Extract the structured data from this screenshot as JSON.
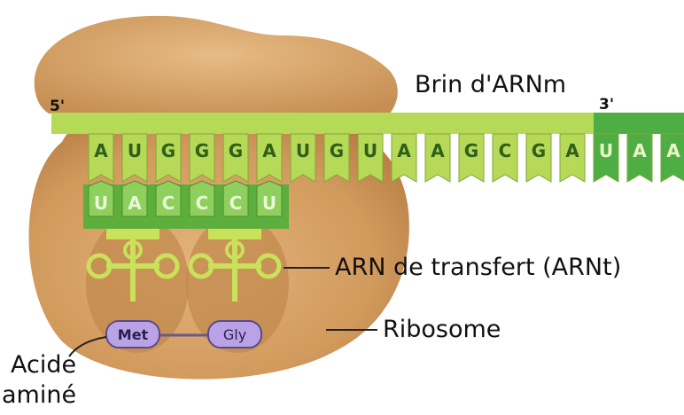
{
  "labels": {
    "mrna_strand": "Brin d'ARNm",
    "five_prime": "5'",
    "three_prime": "3'",
    "trna": "ARN de transfert (ARNt)",
    "ribosome": "Ribosome",
    "amino_acid_line1": "Acide",
    "amino_acid_line2": "aminé"
  },
  "mrna_codons": [
    "A",
    "U",
    "G",
    "G",
    "G",
    "A",
    "U",
    "G",
    "U",
    "A",
    "A",
    "G",
    "C",
    "G",
    "A",
    "U",
    "A",
    "A"
  ],
  "anticodons": [
    "U",
    "A",
    "C",
    "C",
    "C",
    "U"
  ],
  "amino_acids": [
    "Met",
    "Gly"
  ],
  "colors": {
    "ribosome": "#d9a56a",
    "ribosome_dark": "#b97f45",
    "mrna": "#b6d957",
    "mrna_exit": "#4fae43",
    "anticodon": "#5dae3c",
    "trna": "#c9e25a",
    "amino_acid": "#b9a3e6"
  }
}
